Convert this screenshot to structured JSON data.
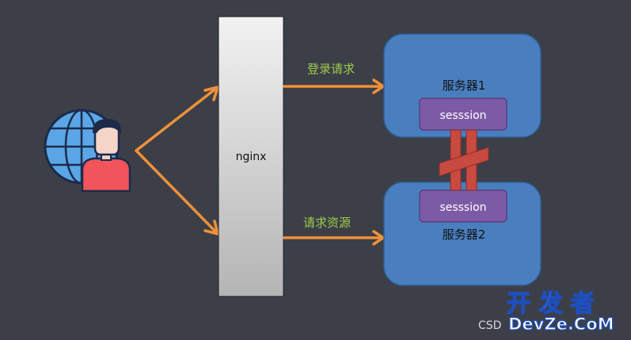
{
  "diagram": {
    "proxy": {
      "label": "nginx"
    },
    "servers": [
      {
        "label": "服务器1",
        "session_label": "sesssion"
      },
      {
        "label": "服务器2",
        "session_label": "sesssion"
      }
    ],
    "edges": [
      {
        "label": "登录请求"
      },
      {
        "label": "请求资源"
      }
    ]
  },
  "watermark": {
    "brand": "开 发 者",
    "site": "DevZe.CoM",
    "prefix": "CSD"
  },
  "colors": {
    "background": "#3c3f47",
    "server_box": "#4a7fbf",
    "session_box": "#7d5aa6",
    "arrow": "#f0913a",
    "edge_label": "#9ecb4a",
    "broken_link": "#c84a40",
    "user_shirt": "#f2545b",
    "globe": "#5aa6e6"
  }
}
